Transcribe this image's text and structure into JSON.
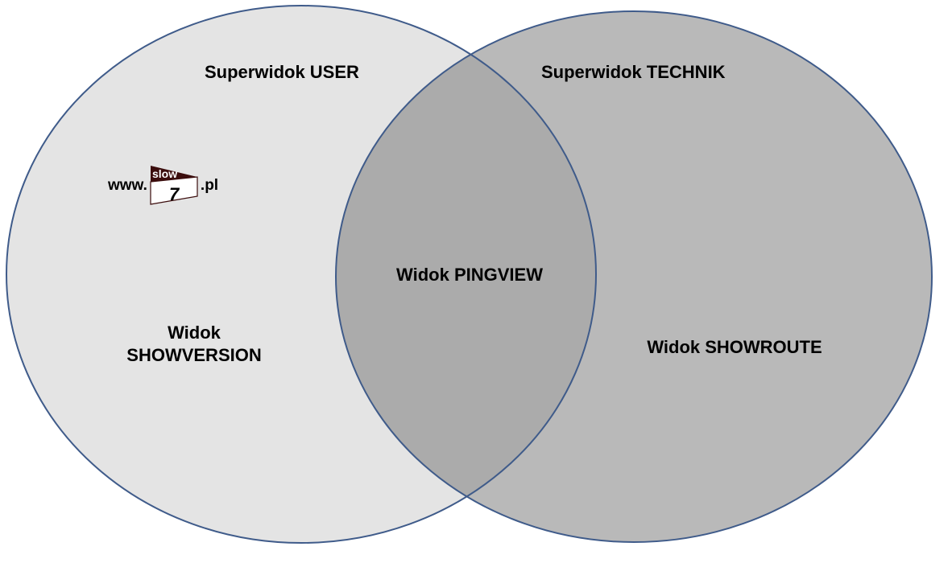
{
  "diagram": {
    "type": "venn",
    "sets": [
      {
        "id": "user",
        "title": "Superwidok USER",
        "exclusive_item": [
          "Widok",
          "SHOWVERSION"
        ],
        "fill": "#e4e4e4"
      },
      {
        "id": "technik",
        "title": "Superwidok TECHNIK",
        "exclusive_item": "Widok SHOWROUTE",
        "fill": "#b9b9b9"
      }
    ],
    "intersection": {
      "label": "Widok PINGVIEW",
      "fill": "#ababab"
    },
    "stroke_color": "#3f5b8a"
  },
  "watermark": {
    "prefix": "www.",
    "badge_top": "slow",
    "badge_number": "7",
    "suffix": ".pl",
    "badge_color": "#3b0d0d"
  }
}
